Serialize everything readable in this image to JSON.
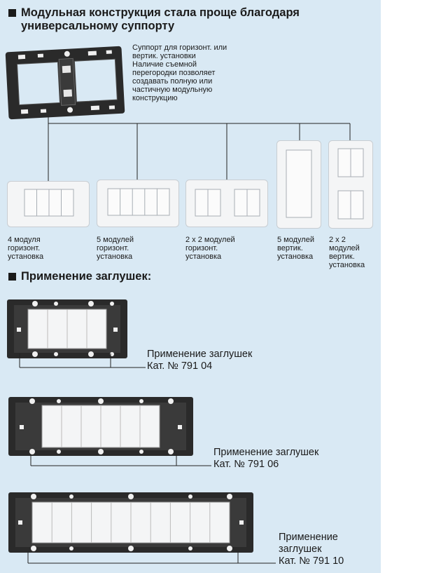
{
  "section1": {
    "title_lines": [
      "Модульная конструкция стала проще благодаря",
      "универсальному суппорту"
    ]
  },
  "support_caption": [
    "Суппорт для горизонт. или",
    "вертик. установки",
    "Наличие съемной",
    "перегородки позволяет",
    "создавать полную или",
    "частичную модульную",
    "конструкцию"
  ],
  "configurations": [
    {
      "label_lines": [
        "4 модуля",
        "горизонт.",
        "установка"
      ]
    },
    {
      "label_lines": [
        "5 модулей",
        "горизонт.",
        "установка"
      ]
    },
    {
      "label_lines": [
        "2 x 2 модулей",
        "горизонт.",
        "установка"
      ]
    },
    {
      "label_lines": [
        "5 модулей",
        "вертик.",
        "установка"
      ]
    },
    {
      "label_lines": [
        "2 x 2",
        "модулей",
        "вертик.",
        "установка"
      ]
    }
  ],
  "section2": {
    "title": "Применение заглушек:"
  },
  "blank_examples": [
    {
      "label_lines": [
        "Применение заглушек",
        "Кат. № 791 04"
      ]
    },
    {
      "label_lines": [
        "Применение заглушек",
        "Кат. № 791 06"
      ]
    },
    {
      "label_lines": [
        "Применение",
        "заглушек",
        "Кат. № 791 10"
      ]
    }
  ],
  "colors": {
    "panel_background": "#d9e9f4",
    "frame_dark": "#2a2a2a",
    "plate_white": "#f4f5f6",
    "line": "#222222"
  }
}
